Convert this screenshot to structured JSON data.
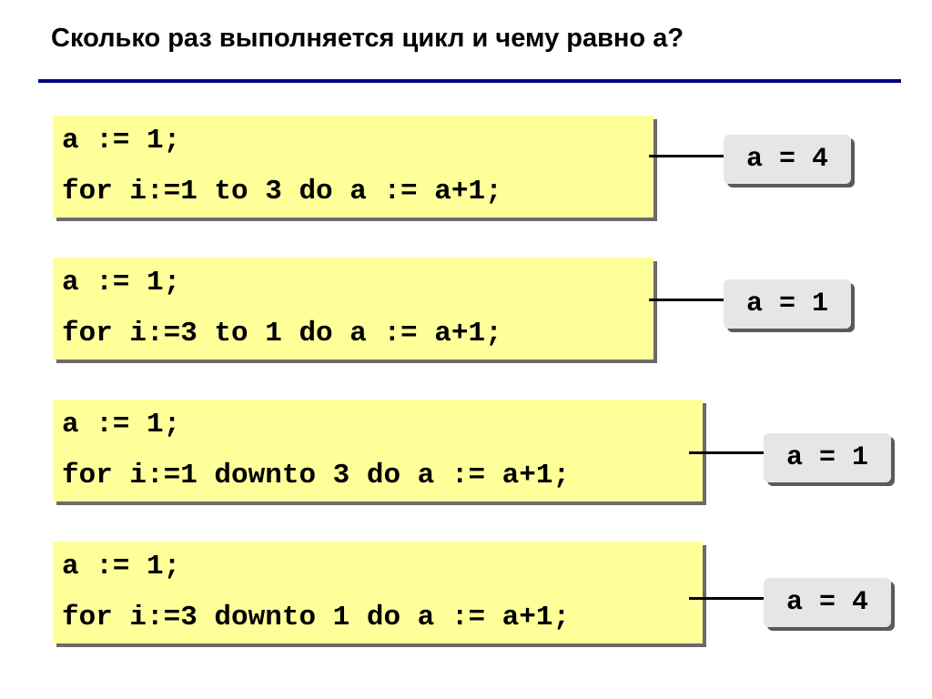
{
  "title": "Сколько раз выполняется цикл и чему равно a?",
  "examples": [
    {
      "line1": "a := 1;",
      "line2": "for i:=1 to 3 do a := a+1;",
      "answer": "a = 4"
    },
    {
      "line1": "a := 1;",
      "line2": "for i:=3 to 1 do a := a+1;",
      "answer": "a = 1"
    },
    {
      "line1": "a := 1;",
      "line2": "for i:=1 downto 3 do a := a+1;",
      "answer": "a = 1"
    },
    {
      "line1": "a := 1;",
      "line2": "for i:=3 downto 1 do a := a+1;",
      "answer": "a = 4"
    }
  ],
  "colors": {
    "title_rule": "#000080",
    "code_background": "#ffff99",
    "answer_background": "#e6e6e6"
  }
}
